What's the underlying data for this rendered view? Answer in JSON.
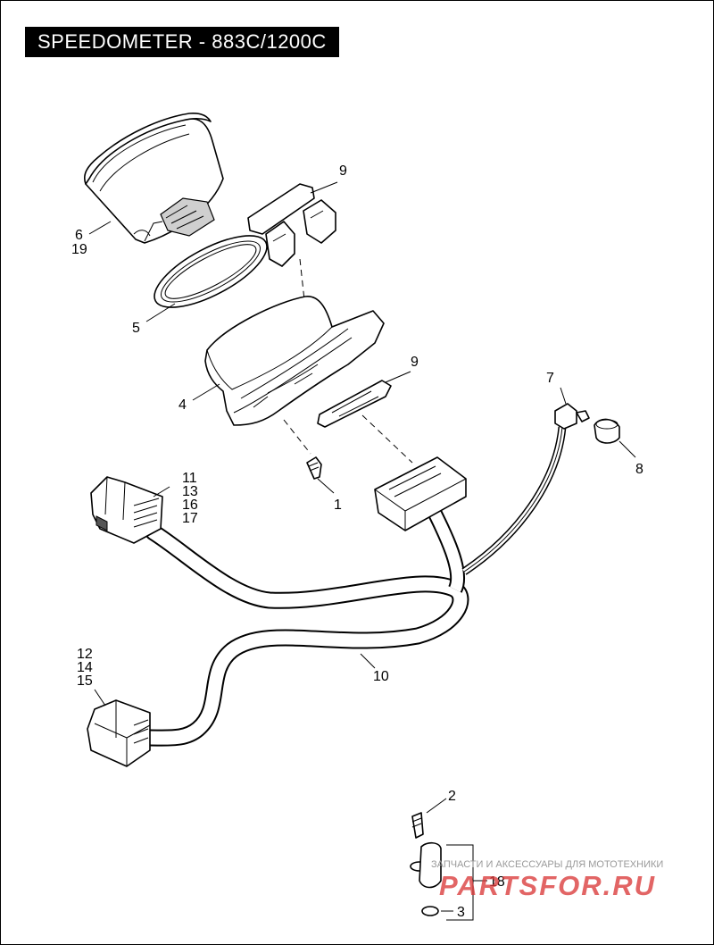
{
  "title": "SPEEDOMETER - 883C/1200C",
  "callouts": {
    "c1": "1",
    "c2": "2",
    "c3": "3",
    "c4": "4",
    "c5": "5",
    "c6": "6",
    "c19": "19",
    "c7": "7",
    "c8": "8",
    "c9a": "9",
    "c9b": "9",
    "c10": "10",
    "c11": "11",
    "c13": "13",
    "c16": "16",
    "c17": "17",
    "c12": "12",
    "c14": "14",
    "c15": "15",
    "c18": "18"
  },
  "watermark": {
    "text": "ЗАПЧАСТИ И АКСЕССУАРЫ ДЛЯ МОТОТЕХНИКИ",
    "logo": "PARTSFOR.RU"
  }
}
